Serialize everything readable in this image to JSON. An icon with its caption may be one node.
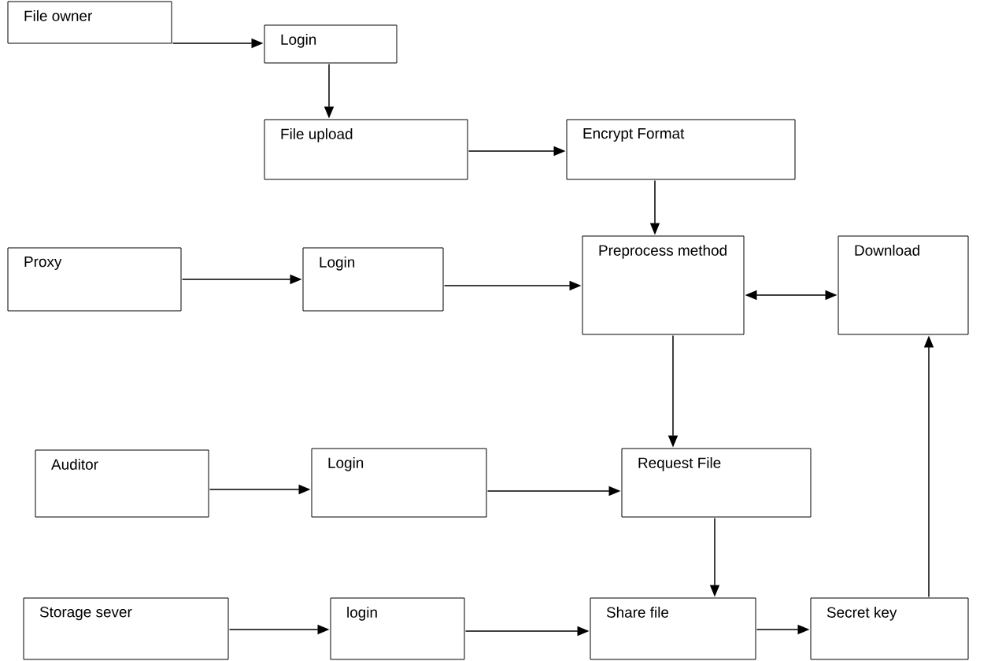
{
  "diagram": {
    "nodes": [
      {
        "text": [
          "File owner"
        ]
      },
      {
        "text": [
          "Login"
        ]
      },
      {
        "text": [
          "File upload"
        ]
      },
      {
        "text": [
          "Encrypt Format"
        ]
      },
      {
        "text": [
          "Proxy"
        ]
      },
      {
        "text": [
          "Login"
        ]
      },
      {
        "text": [
          "Preprocess method"
        ]
      },
      {
        "text": [
          "Download"
        ]
      },
      {
        "text": [
          "Auditor"
        ]
      },
      {
        "text": [
          "Login"
        ]
      },
      {
        "text": [
          "Request File"
        ]
      },
      {
        "text": [
          "Storage sever"
        ]
      },
      {
        "text": [
          "login"
        ]
      },
      {
        "text": [
          "Share file"
        ]
      },
      {
        "text": [
          "Secret key"
        ]
      }
    ],
    "edges": [
      {
        "from": 0,
        "to": 1,
        "arrow": "to"
      },
      {
        "from": 1,
        "to": 2,
        "arrow": "to"
      },
      {
        "from": 2,
        "to": 3,
        "arrow": "to"
      },
      {
        "from": 3,
        "to": 6,
        "arrow": "to"
      },
      {
        "from": 4,
        "to": 5,
        "arrow": "to"
      },
      {
        "from": 5,
        "to": 6,
        "arrow": "to"
      },
      {
        "from": 6,
        "to": 7,
        "arrow": "both"
      },
      {
        "from": 6,
        "to": 10,
        "arrow": "to"
      },
      {
        "from": 8,
        "to": 9,
        "arrow": "to"
      },
      {
        "from": 9,
        "to": 10,
        "arrow": "to"
      },
      {
        "from": 10,
        "to": 13,
        "arrow": "to"
      },
      {
        "from": 11,
        "to": 12,
        "arrow": "to"
      },
      {
        "from": 12,
        "to": 13,
        "arrow": "to"
      },
      {
        "from": 13,
        "to": 14,
        "arrow": "to"
      },
      {
        "from": 14,
        "to": 7,
        "arrow": "to"
      }
    ]
  }
}
